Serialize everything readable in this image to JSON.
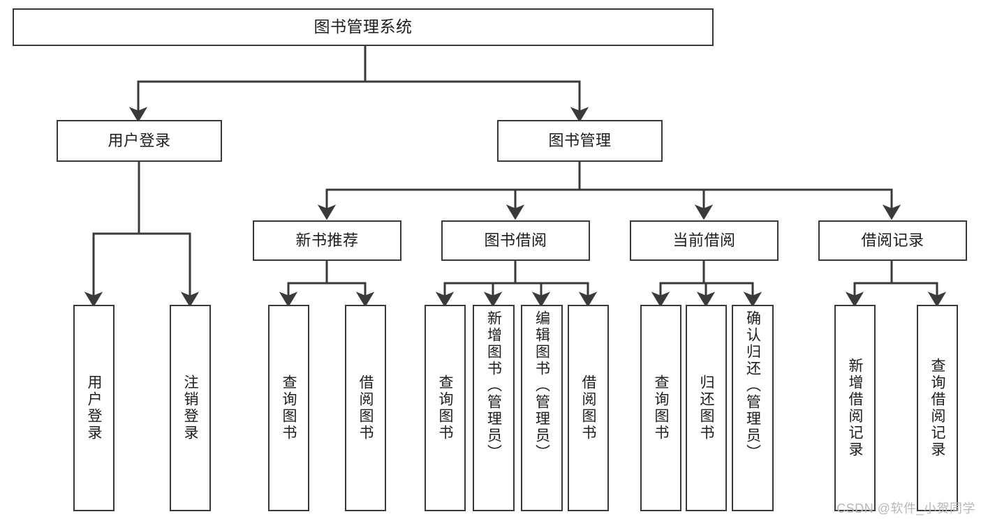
{
  "diagram": {
    "type": "tree-hierarchy",
    "title": "图书管理系统",
    "root": {
      "id": "root",
      "label": "图书管理系统"
    },
    "level2": [
      {
        "id": "user-login",
        "label": "用户登录"
      },
      {
        "id": "book-manage",
        "label": "图书管理"
      }
    ],
    "level3": [
      {
        "id": "new-book-recommend",
        "label": "新书推荐",
        "parent": "book-manage"
      },
      {
        "id": "book-borrow",
        "label": "图书借阅",
        "parent": "book-manage"
      },
      {
        "id": "current-borrow",
        "label": "当前借阅",
        "parent": "book-manage"
      },
      {
        "id": "borrow-record",
        "label": "借阅记录",
        "parent": "book-manage"
      }
    ],
    "leaves": [
      {
        "id": "leaf-user-login",
        "label": "用户登录",
        "parent": "user-login"
      },
      {
        "id": "leaf-logout-login",
        "label": "注销登录",
        "parent": "user-login"
      },
      {
        "id": "leaf-query-book-1",
        "label": "查询图书",
        "parent": "new-book-recommend"
      },
      {
        "id": "leaf-borrow-book-1",
        "label": "借阅图书",
        "parent": "new-book-recommend"
      },
      {
        "id": "leaf-query-book-2",
        "label": "查询图书",
        "parent": "book-borrow"
      },
      {
        "id": "leaf-add-book",
        "label": "新增图书（管理员）",
        "parent": "book-borrow"
      },
      {
        "id": "leaf-edit-book",
        "label": "编辑图书（管理员）",
        "parent": "book-borrow"
      },
      {
        "id": "leaf-borrow-book-2",
        "label": "借阅图书",
        "parent": "book-borrow"
      },
      {
        "id": "leaf-query-book-3",
        "label": "查询图书",
        "parent": "current-borrow"
      },
      {
        "id": "leaf-return-book",
        "label": "归还图书",
        "parent": "current-borrow"
      },
      {
        "id": "leaf-confirm-return",
        "label": "确认归还（管理员）",
        "parent": "current-borrow"
      },
      {
        "id": "leaf-add-record",
        "label": "新增借阅记录",
        "parent": "borrow-record"
      },
      {
        "id": "leaf-query-record",
        "label": "查询借阅记录",
        "parent": "borrow-record"
      }
    ],
    "watermark": "CSDN @软件_小贺同学",
    "colors": {
      "stroke": "#3a3a3a",
      "text": "#1d1d1d",
      "background": "#ffffff",
      "watermark": "#b8b8b8"
    }
  }
}
